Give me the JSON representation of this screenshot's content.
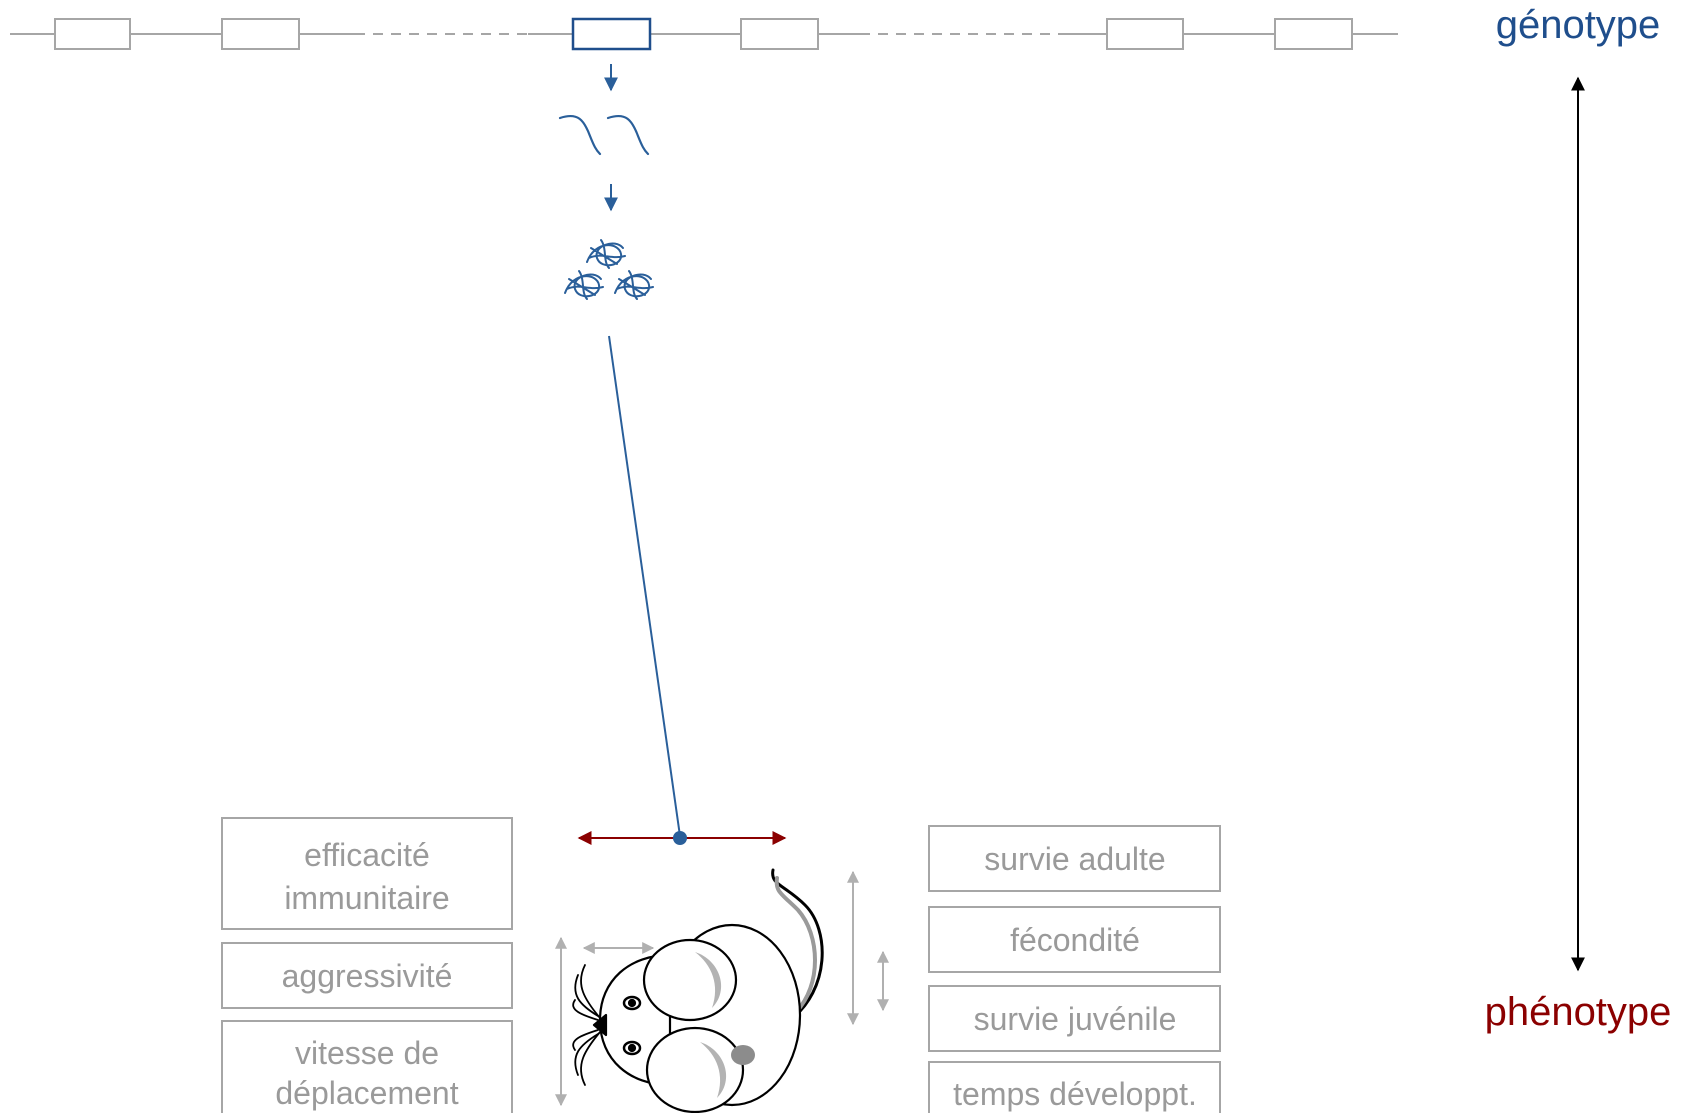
{
  "labels": {
    "genotype": "génotype",
    "phenotype": "phénotype"
  },
  "traits_left": [
    {
      "lines": [
        "efficacité",
        "immunitaire"
      ]
    },
    {
      "lines": [
        "aggressivité"
      ]
    },
    {
      "lines": [
        "vitesse de",
        "déplacement"
      ]
    }
  ],
  "traits_right": [
    {
      "lines": [
        "survie adulte"
      ]
    },
    {
      "lines": [
        "fécondité"
      ]
    },
    {
      "lines": [
        "survie juvénile"
      ]
    },
    {
      "lines": [
        "temps développt."
      ]
    }
  ],
  "colors": {
    "genotype": "#1f4e8c",
    "phenotype": "#8b0000",
    "pathway": "#2a5f9a",
    "trait_text": "#9a9a9a",
    "box_stroke": "#a6a6a6"
  },
  "icons": {
    "mouse": "mouse-icon",
    "mrna": "mrna-icon",
    "protein": "protein-icon"
  }
}
